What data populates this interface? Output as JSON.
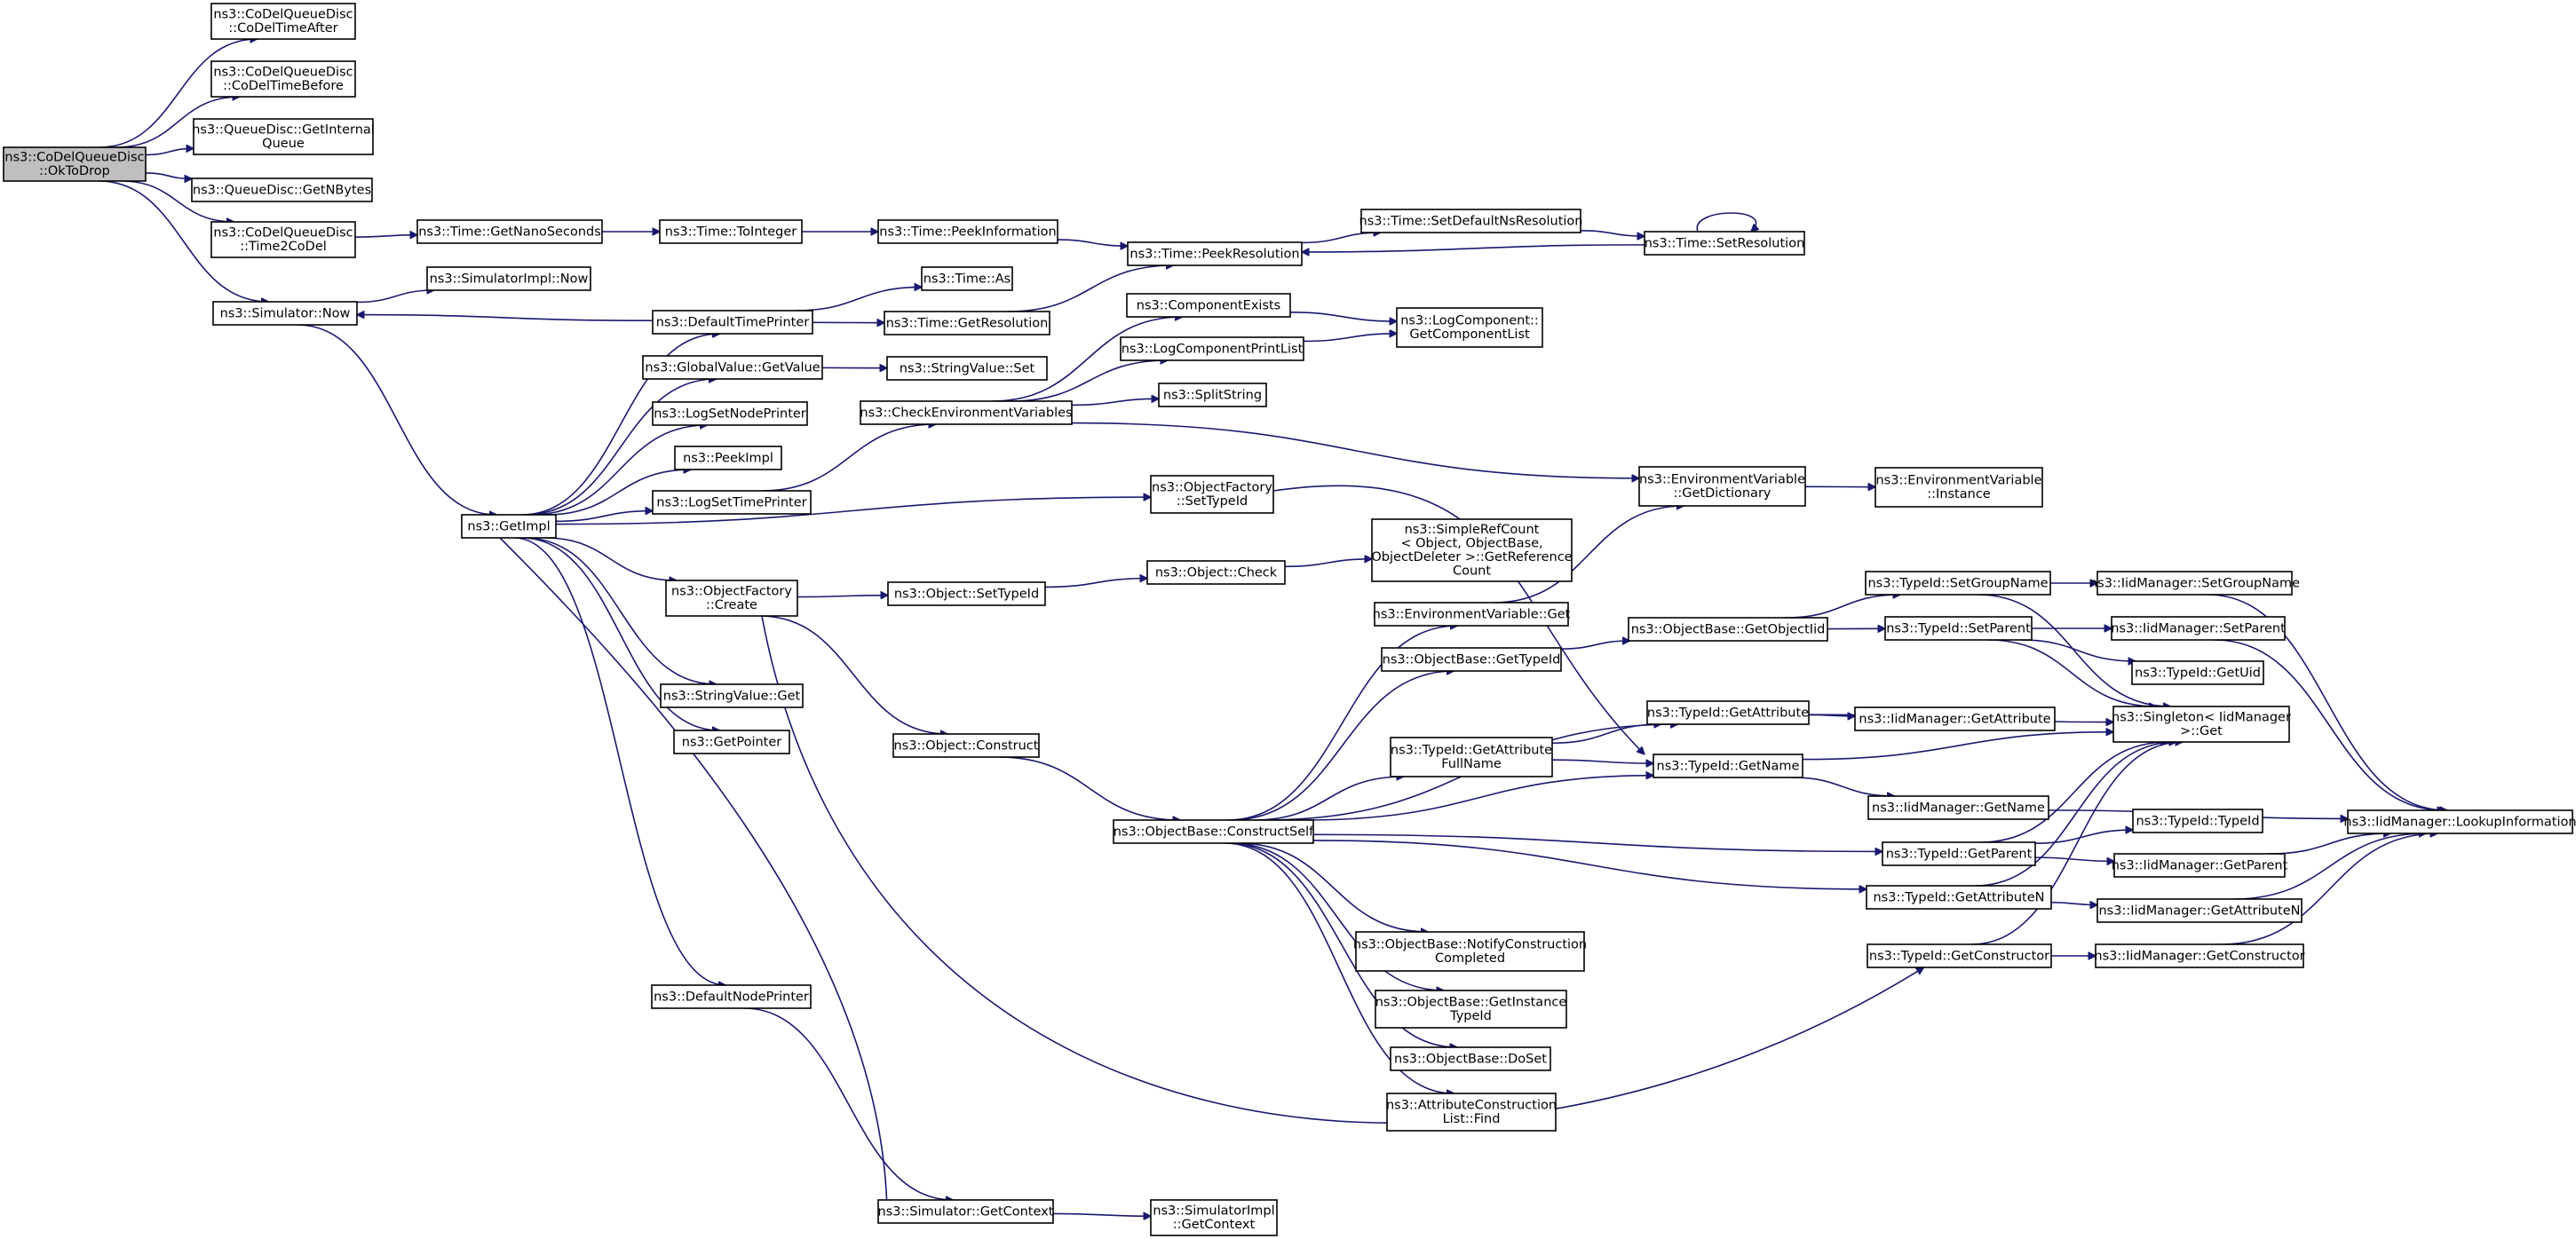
{
  "graph": {
    "colors": {
      "edge": "#191970",
      "root_fill": "#bfbfbf",
      "node_fill": "#ffffff",
      "node_border": "#000000"
    },
    "nodes": [
      {
        "id": "okToDrop",
        "lines": [
          "ns3::CoDelQueueDisc",
          "::OkToDrop"
        ],
        "root": true
      },
      {
        "id": "timeAfter",
        "lines": [
          "ns3::CoDelQueueDisc",
          "::CoDelTimeAfter"
        ]
      },
      {
        "id": "timeBefore",
        "lines": [
          "ns3::CoDelQueueDisc",
          "::CoDelTimeBefore"
        ]
      },
      {
        "id": "getInternalQueue",
        "lines": [
          "ns3::QueueDisc::GetInternal",
          "Queue"
        ]
      },
      {
        "id": "getNBytes",
        "lines": [
          "ns3::QueueDisc::GetNBytes"
        ]
      },
      {
        "id": "time2CoDel",
        "lines": [
          "ns3::CoDelQueueDisc",
          "::Time2CoDel"
        ]
      },
      {
        "id": "simulatorNow",
        "lines": [
          "ns3::Simulator::Now"
        ]
      },
      {
        "id": "getNanoSeconds",
        "lines": [
          "ns3::Time::GetNanoSeconds"
        ]
      },
      {
        "id": "toInteger",
        "lines": [
          "ns3::Time::ToInteger"
        ]
      },
      {
        "id": "peekInformation",
        "lines": [
          "ns3::Time::PeekInformation"
        ]
      },
      {
        "id": "peekResolution",
        "lines": [
          "ns3::Time::PeekResolution"
        ]
      },
      {
        "id": "setDefaultNsResolution",
        "lines": [
          "ns3::Time::SetDefaultNsResolution"
        ]
      },
      {
        "id": "setResolution",
        "lines": [
          "ns3::Time::SetResolution"
        ]
      },
      {
        "id": "simImplNow",
        "lines": [
          "ns3::SimulatorImpl::Now"
        ]
      },
      {
        "id": "timeAs",
        "lines": [
          "ns3::Time::As"
        ]
      },
      {
        "id": "defaultTimePrinter",
        "lines": [
          "ns3::DefaultTimePrinter"
        ]
      },
      {
        "id": "getResolution",
        "lines": [
          "ns3::Time::GetResolution"
        ]
      },
      {
        "id": "componentExists",
        "lines": [
          "ns3::ComponentExists"
        ]
      },
      {
        "id": "getComponentList",
        "lines": [
          "ns3::LogComponent::",
          "GetComponentList"
        ]
      },
      {
        "id": "logComponentPrintList",
        "lines": [
          "ns3::LogComponentPrintList"
        ]
      },
      {
        "id": "globalValueGetValue",
        "lines": [
          "ns3::GlobalValue::GetValue"
        ]
      },
      {
        "id": "stringValueSet",
        "lines": [
          "ns3::StringValue::Set"
        ]
      },
      {
        "id": "splitString",
        "lines": [
          "ns3::SplitString"
        ]
      },
      {
        "id": "logSetNodePrinter",
        "lines": [
          "ns3::LogSetNodePrinter"
        ]
      },
      {
        "id": "checkEnvVars",
        "lines": [
          "ns3::CheckEnvironmentVariables"
        ]
      },
      {
        "id": "peekImpl",
        "lines": [
          "ns3::PeekImpl"
        ]
      },
      {
        "id": "envVarGetDictionary",
        "lines": [
          "ns3::EnvironmentVariable",
          "::GetDictionary"
        ]
      },
      {
        "id": "envVarInstance",
        "lines": [
          "ns3::EnvironmentVariable",
          "::Instance"
        ]
      },
      {
        "id": "logSetTimePrinter",
        "lines": [
          "ns3::LogSetTimePrinter"
        ]
      },
      {
        "id": "objFactorySetTypeId",
        "lines": [
          "ns3::ObjectFactory",
          "::SetTypeId"
        ]
      },
      {
        "id": "getImpl",
        "lines": [
          "ns3::GetImpl"
        ]
      },
      {
        "id": "simpleRefCount",
        "lines": [
          "ns3::SimpleRefCount",
          "< Object, ObjectBase,",
          "ObjectDeleter >::GetReference",
          "Count"
        ]
      },
      {
        "id": "objectCheck",
        "lines": [
          "ns3::Object::Check"
        ]
      },
      {
        "id": "objFactoryCreate",
        "lines": [
          "ns3::ObjectFactory",
          "::Create"
        ]
      },
      {
        "id": "objectSetTypeId",
        "lines": [
          "ns3::Object::SetTypeId"
        ]
      },
      {
        "id": "typeIdSetGroupName",
        "lines": [
          "ns3::TypeId::SetGroupName"
        ]
      },
      {
        "id": "iidSetGroupName",
        "lines": [
          "ns3::IidManager::SetGroupName"
        ]
      },
      {
        "id": "envVarGet",
        "lines": [
          "ns3::EnvironmentVariable::Get"
        ]
      },
      {
        "id": "getObjectIid",
        "lines": [
          "ns3::ObjectBase::GetObjectIid"
        ]
      },
      {
        "id": "typeIdSetParent",
        "lines": [
          "ns3::TypeId::SetParent"
        ]
      },
      {
        "id": "iidSetParent",
        "lines": [
          "ns3::IidManager::SetParent"
        ]
      },
      {
        "id": "objBaseGetTypeId",
        "lines": [
          "ns3::ObjectBase::GetTypeId"
        ]
      },
      {
        "id": "typeIdGetUid",
        "lines": [
          "ns3::TypeId::GetUid"
        ]
      },
      {
        "id": "stringValueGet",
        "lines": [
          "ns3::StringValue::Get"
        ]
      },
      {
        "id": "typeIdGetAttribute",
        "lines": [
          "ns3::TypeId::GetAttribute"
        ]
      },
      {
        "id": "iidGetAttribute",
        "lines": [
          "ns3::IidManager::GetAttribute"
        ]
      },
      {
        "id": "singletonGet",
        "lines": [
          "ns3::Singleton< IidManager",
          ">::Get"
        ]
      },
      {
        "id": "getPointer",
        "lines": [
          "ns3::GetPointer"
        ]
      },
      {
        "id": "objectConstruct",
        "lines": [
          "ns3::Object::Construct"
        ]
      },
      {
        "id": "typeIdGetAttrFullName",
        "lines": [
          "ns3::TypeId::GetAttribute",
          "FullName"
        ]
      },
      {
        "id": "typeIdGetName",
        "lines": [
          "ns3::TypeId::GetName"
        ]
      },
      {
        "id": "iidGetName",
        "lines": [
          "ns3::IidManager::GetName"
        ]
      },
      {
        "id": "constructSelf",
        "lines": [
          "ns3::ObjectBase::ConstructSelf"
        ]
      },
      {
        "id": "iidLookupInformation",
        "lines": [
          "ns3::IidManager::LookupInformation"
        ]
      },
      {
        "id": "typeIdTypeId",
        "lines": [
          "ns3::TypeId::TypeId"
        ]
      },
      {
        "id": "typeIdGetParent",
        "lines": [
          "ns3::TypeId::GetParent"
        ]
      },
      {
        "id": "iidGetParent",
        "lines": [
          "ns3::IidManager::GetParent"
        ]
      },
      {
        "id": "typeIdGetAttributeN",
        "lines": [
          "ns3::TypeId::GetAttributeN"
        ]
      },
      {
        "id": "iidGetAttributeN",
        "lines": [
          "ns3::IidManager::GetAttributeN"
        ]
      },
      {
        "id": "notifyConstructionCompleted",
        "lines": [
          "ns3::ObjectBase::NotifyConstruction",
          "Completed"
        ]
      },
      {
        "id": "typeIdGetConstructor",
        "lines": [
          "ns3::TypeId::GetConstructor"
        ]
      },
      {
        "id": "iidGetConstructor",
        "lines": [
          "ns3::IidManager::GetConstructor"
        ]
      },
      {
        "id": "getInstanceTypeId",
        "lines": [
          "ns3::ObjectBase::GetInstance",
          "TypeId"
        ]
      },
      {
        "id": "defaultNodePrinter",
        "lines": [
          "ns3::DefaultNodePrinter"
        ]
      },
      {
        "id": "objBaseDoSet",
        "lines": [
          "ns3::ObjectBase::DoSet"
        ]
      },
      {
        "id": "attrConstructionListFind",
        "lines": [
          "ns3::AttributeConstruction",
          "List::Find"
        ]
      },
      {
        "id": "simulatorGetContext",
        "lines": [
          "ns3::Simulator::GetContext"
        ]
      },
      {
        "id": "simImplGetContext",
        "lines": [
          "ns3::SimulatorImpl",
          "::GetContext"
        ]
      }
    ]
  }
}
